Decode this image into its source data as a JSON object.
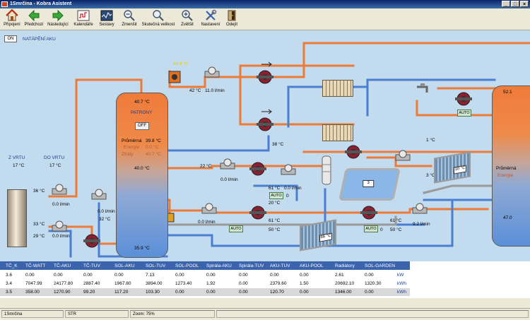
{
  "window": {
    "title": "1Smrčina - Kobra Asistent",
    "buttons": [
      "_",
      "□",
      "×"
    ]
  },
  "toolbar": [
    {
      "name": "pripojeni",
      "label": "Připojení",
      "icon": "home-icon"
    },
    {
      "name": "predchozi",
      "label": "Předchozí",
      "icon": "arrow-left-icon"
    },
    {
      "name": "nasledujici",
      "label": "Následující",
      "icon": "arrow-right-icon"
    },
    {
      "name": "kalendare",
      "label": "Kalendáře",
      "icon": "calendar-icon"
    },
    {
      "name": "sestavy",
      "label": "Sestavy",
      "icon": "chart-icon"
    },
    {
      "name": "zmensit",
      "label": "Zmenšit",
      "icon": "zoom-out-icon"
    },
    {
      "name": "skutecna",
      "label": "Skutečná velikost",
      "icon": "zoom-actual-icon"
    },
    {
      "name": "zvetsit",
      "label": "Zvětšit",
      "icon": "zoom-in-icon"
    },
    {
      "name": "nastaveni",
      "label": "Nastavení",
      "icon": "tools-icon"
    },
    {
      "name": "odejit",
      "label": "Odejít",
      "icon": "exit-icon"
    }
  ],
  "scheme": {
    "toggle_on": "ON",
    "natapeni": "NATÁPĚNÍ AKU",
    "z_vrtu": "Z VRTU",
    "z_vrtu_temp": "17 °C",
    "do_vrtu": "DO VRTU",
    "do_vrtu_temp": "17 °C",
    "tank_top": "40.7 °C",
    "patrony": "PATRONY",
    "patrony_btn": "OFF",
    "prumerna_label": "Průměrná",
    "prumerna_val": "39.8 °C",
    "energie_label": "Energie",
    "energie_val": "0.0 °C",
    "ztraty_label": "Ztráty",
    "ztraty_val": "40.7 °C",
    "tank_mid": "40.0 °C",
    "tank_bottom": "35.9 °C",
    "mixer_temp": "60.0 °C",
    "t42": "42 °C",
    "flow1": "11.0 l/min",
    "t38": "38 °C",
    "t22": "22 °C",
    "flow_a": "0.0 l/min",
    "t61a": "61 °C",
    "flow_b": "0.0 l/min",
    "t20": "20 °C",
    "auto": "AUTO",
    "zero_a": "0",
    "t36": "36 °C",
    "flow_c": "0.0 l/min",
    "t33": "33 °C",
    "t29": "29 °C",
    "flow_d": "0.0 l/min",
    "flow_e": "0.0 l/min",
    "t32": "32 °C",
    "flow_f": "0.0 l/min",
    "t61b": "61 °C",
    "t50a": "50 °C",
    "pool_val": "3",
    "t1": "1 °C",
    "t3": "3 °C",
    "solar1": "10 °C",
    "solar2": "66 °C",
    "t61c": "61 °C",
    "zero_b": "0",
    "t50b": "50 °C",
    "flow_g": "9.2 l/min",
    "tank2_top": "52.1",
    "tank2_prumerna": "Průměrná",
    "tank2_energie": "Energie",
    "tank2_bottom": "47.0"
  },
  "table": {
    "headers": [
      "TČ_K",
      "TČ-WATT",
      "TČ-AKU",
      "TČ-TUV",
      "SOL-AKU",
      "SOL-TUV",
      "SOL-POOL",
      "Spirála-AKU",
      "Spirála-TUV",
      "AKU-TUV",
      "AKU-POOL",
      "Radiátory",
      "SOL-GARDEN"
    ],
    "rows": [
      {
        "values": [
          "3.6",
          "0.00",
          "0.00",
          "0.00",
          "0.00",
          "7.13",
          "0.00",
          "0.00",
          "0.00",
          "0.00",
          "0.00",
          "2.61",
          "0.00"
        ],
        "unit": "kW"
      },
      {
        "values": [
          "3.4",
          "7047.99",
          "24177.80",
          "2887.40",
          "1967.80",
          "3894.00",
          "1273.40",
          "1.92",
          "0.00",
          "2379.60",
          "1.50",
          "20692.10",
          "1320.30"
        ],
        "unit": "kWh"
      },
      {
        "values": [
          "3.5",
          "358.00",
          "1270.90",
          "99.20",
          "117.20",
          "103.30",
          "0.00",
          "0.00",
          "0.00",
          "120.70",
          "0.00",
          "1346.00",
          "0.00"
        ],
        "unit": "kWh"
      }
    ]
  },
  "status": {
    "user": "1Smrčina",
    "mode": "STR",
    "zoom": "Zoom: 75%"
  }
}
